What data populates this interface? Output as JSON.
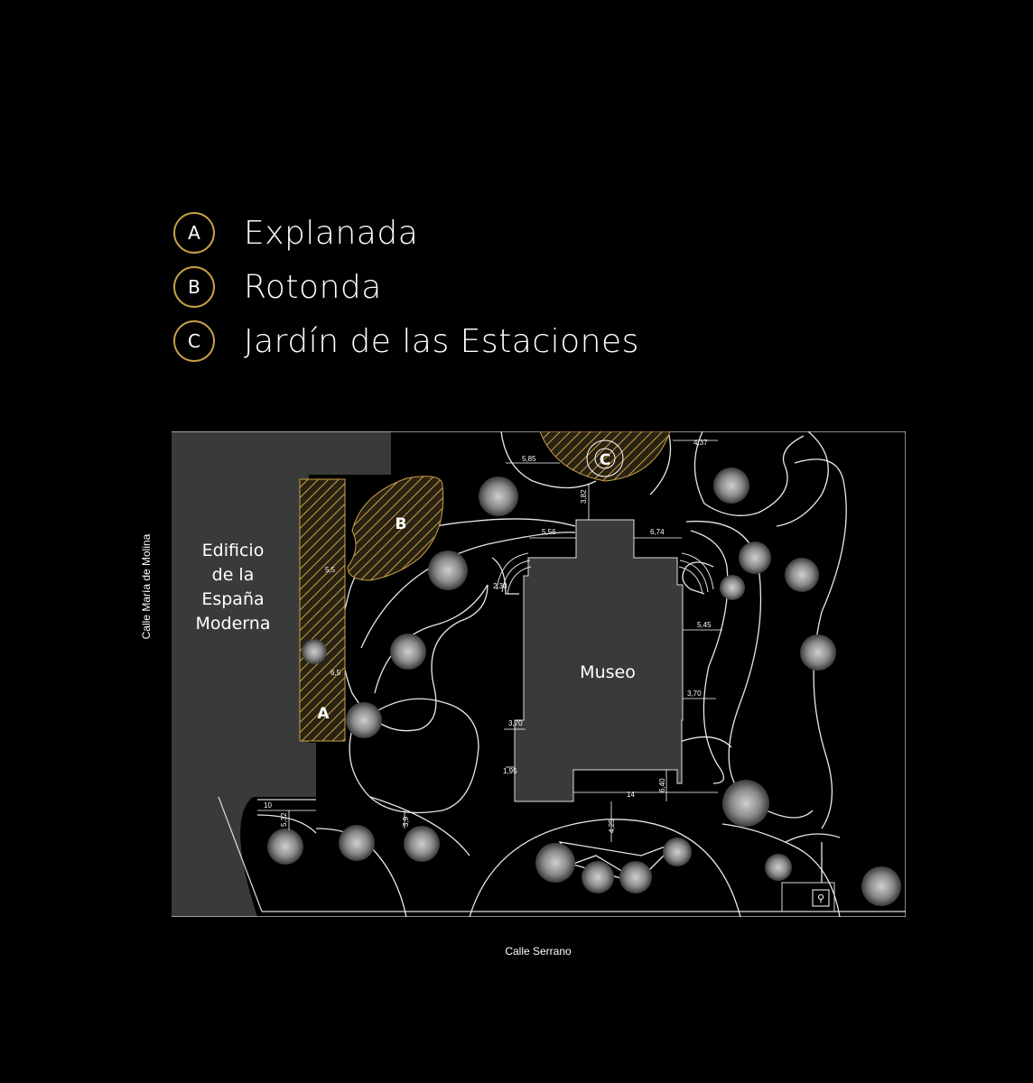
{
  "legend": {
    "items": [
      {
        "key": "A",
        "label": "Explanada"
      },
      {
        "key": "B",
        "label": "Rotonda"
      },
      {
        "key": "C",
        "label": "Jardín de las Estaciones"
      }
    ]
  },
  "map": {
    "building_left_label": [
      "Edificio",
      "de la",
      "España",
      "Moderna"
    ],
    "museum_label": "Museo",
    "zone_a": "A",
    "zone_b": "B",
    "zone_c": "C",
    "dimensions": {
      "d_4_37": "4,37",
      "d_5_85": "5,85",
      "d_3_82": "3,82",
      "d_5_56": "5,56",
      "d_6_74": "6,74",
      "d_2_30": "2,30",
      "d_5_45": "5,45",
      "d_3_70_right": "3,70",
      "d_3_70_left": "3,70",
      "d_1_95": "1,95",
      "d_14": "14",
      "d_6_40": "6,40",
      "d_4_25": "4,25",
      "d_10": "10",
      "d_5_32": "5,32",
      "d_3_9": "3,9",
      "d_6_5": "6,5",
      "d_5_5": "5,5"
    },
    "colors": {
      "accent": "#c7a046",
      "building": "#3a3a3a",
      "background": "#000000",
      "lines": "#ffffff"
    }
  },
  "streets": {
    "left": "Calle María de Molina",
    "bottom": "Calle Serrano"
  }
}
